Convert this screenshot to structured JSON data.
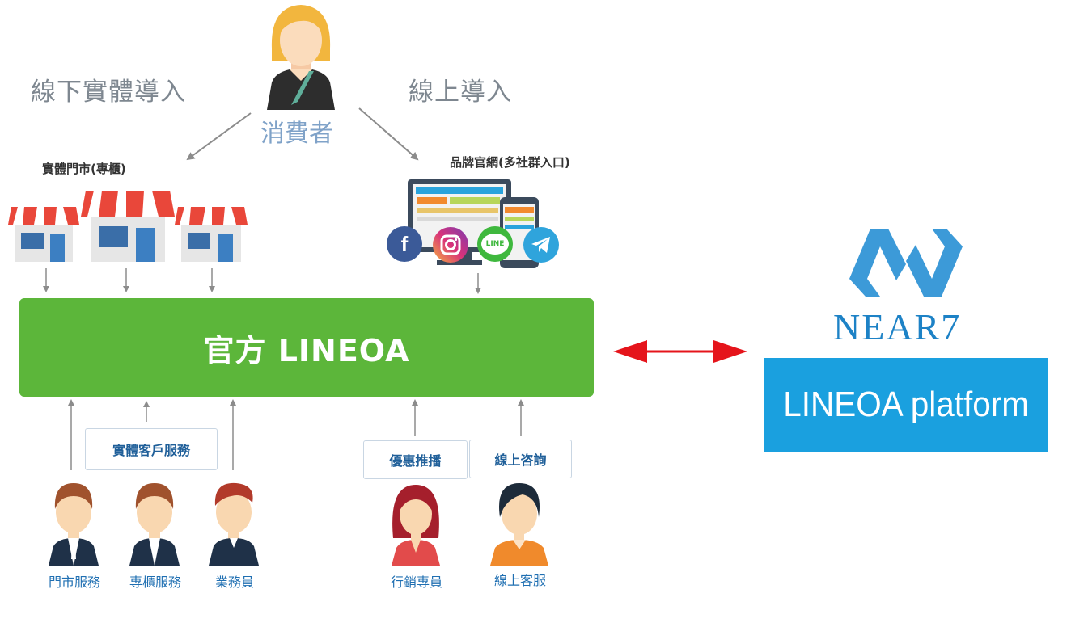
{
  "flow": {
    "offline_label": "線下實體導入",
    "online_label": "線上導入",
    "consumer_label": "消費者",
    "stores_label": "實體門市(專櫃)",
    "website_label": "品牌官網(多社群入口)",
    "main_label": "官方 LINEOA",
    "tag_offline_service": "實體客戶服務",
    "tag_promo": "優惠推播",
    "tag_online_inquiry": "線上咨詢",
    "people": [
      {
        "label": "門市服務"
      },
      {
        "label": "專櫃服務"
      },
      {
        "label": "業務員"
      },
      {
        "label": "行銷專員"
      },
      {
        "label": "線上客服"
      }
    ],
    "social_icons": {
      "facebook": "f",
      "line": "LINE"
    }
  },
  "brand": {
    "name": "NEAR7",
    "platform_label": "LINEOA platform"
  },
  "colors": {
    "main_green": "#5cb63a",
    "platform_blue": "#1aa0df",
    "brand_blue": "#1d82c6",
    "link_arrow": "#e5141b"
  }
}
